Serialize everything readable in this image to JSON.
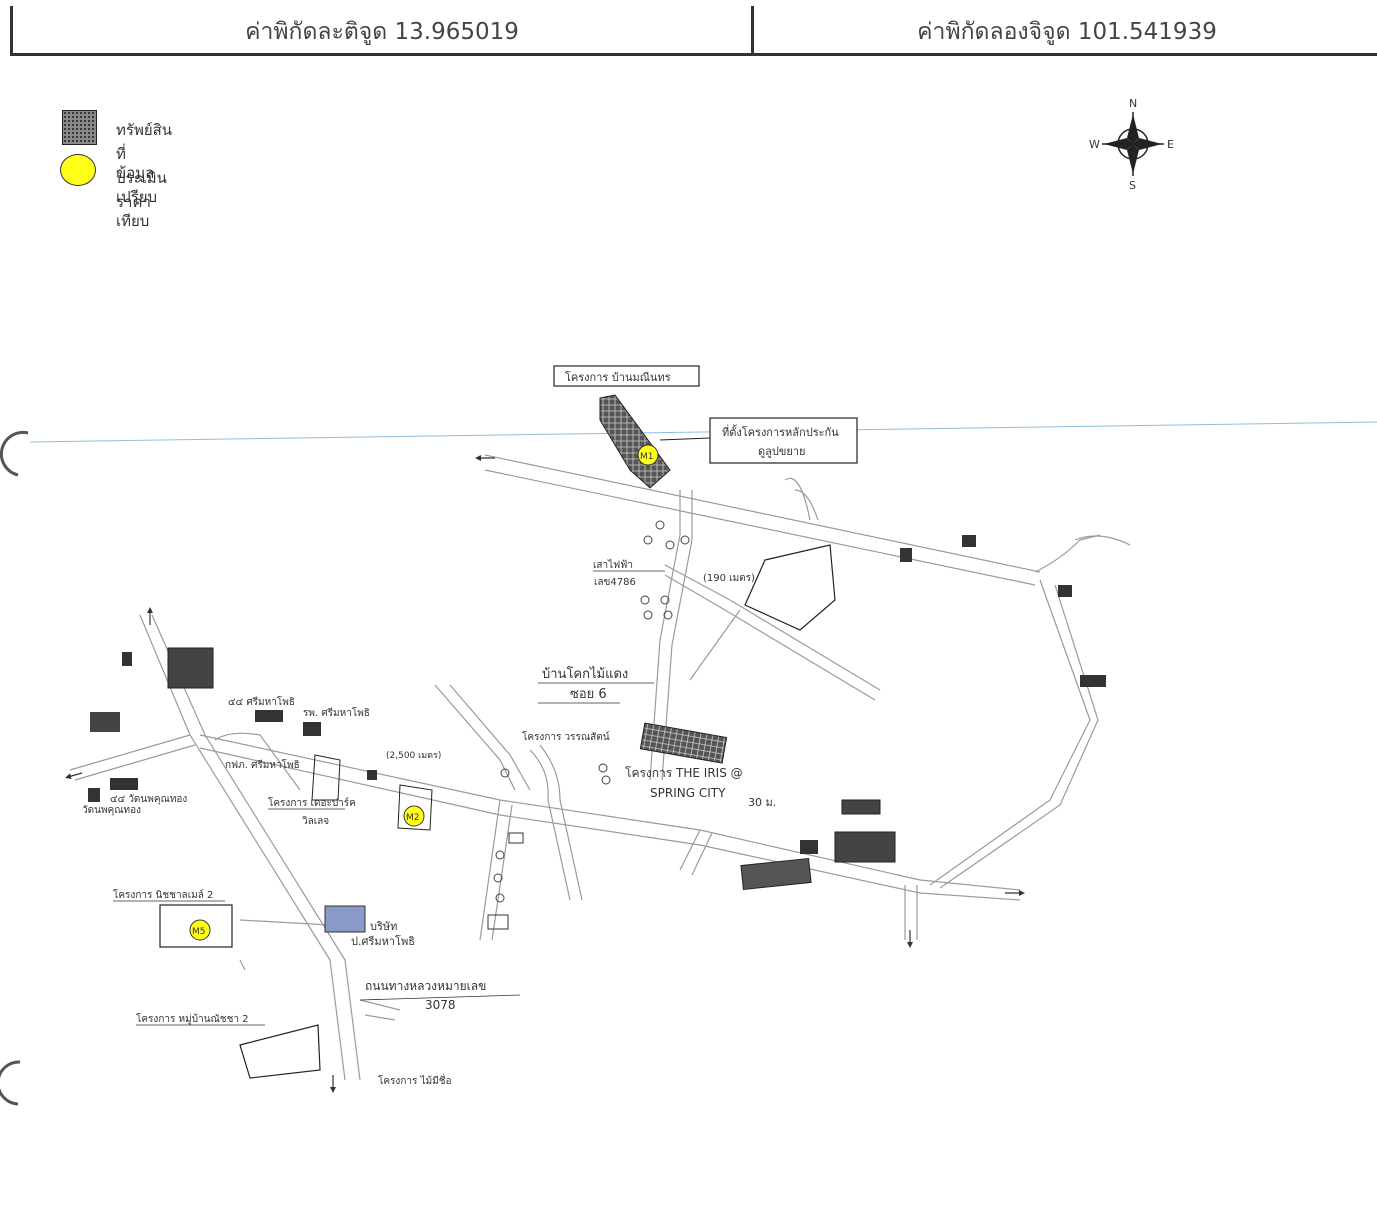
{
  "header": {
    "latitude_label": "ค่าพิกัดละติจูด 13.965019",
    "longitude_label": "ค่าพิกัดลองจิจูด 101.541939"
  },
  "legend": {
    "property_label": "ทรัพย์สินที่ประเมินราคา",
    "comparison_label": "ข้อมูลเปรียบเทียบ"
  },
  "compass": {
    "n": "N",
    "s": "S",
    "e": "E",
    "w": "W"
  },
  "map": {
    "project_m1_title": "โครงการ บ้านมณีนทร",
    "collateral_box": [
      "ที่ตั้งโครงการหลักประกัน",
      "ดูลูปขยาย"
    ],
    "pole_label": [
      "เสาไฟฟ้า",
      "เลข4786"
    ],
    "distance_1": "(190 เมตร)",
    "soi_label": [
      "บ้านโคกไม้แดง",
      "ซอย 6"
    ],
    "project_wannasat": "โครงการ วรรณสัตน์",
    "iris_label": [
      "โครงการ THE IRIS @",
      "SPRING CITY"
    ],
    "kilometer_mark": "30 ม.",
    "sasmahapho_1": "๔๔ ศรีมหาโพธิ",
    "sasmahapho_2": "รพ. ศรีมหาโพธิ",
    "distance_2": "(2,500 เมตร)",
    "police_label": "กฟภ. ศรีมหาโพธิ",
    "project_park": [
      "โครงการ เดอะปาร์ค",
      "วิลเลจ"
    ],
    "wat_label": [
      "๔๔ วัดนพคุณทอง",
      "วัดนพคุณทอง"
    ],
    "project_m5": "โครงการ นิชชาลเมล์ 2",
    "company_label": [
      "บริษัท",
      "ป.ศรีมหาโพธิ"
    ],
    "highway_label": [
      "ถนนทางหลวงหมายเลข",
      "3078"
    ],
    "project_bottom": "โครงการ หมู่บ้านณัชชา 2",
    "project_mimi": "โครงการ ไม้มีชื่อ",
    "markers": [
      "M1",
      "M2",
      "M5"
    ]
  },
  "colors": {
    "marker_yellow": "#ffff1a",
    "road_line": "#9a9a9a",
    "scan_line": "#8fc0e0"
  }
}
